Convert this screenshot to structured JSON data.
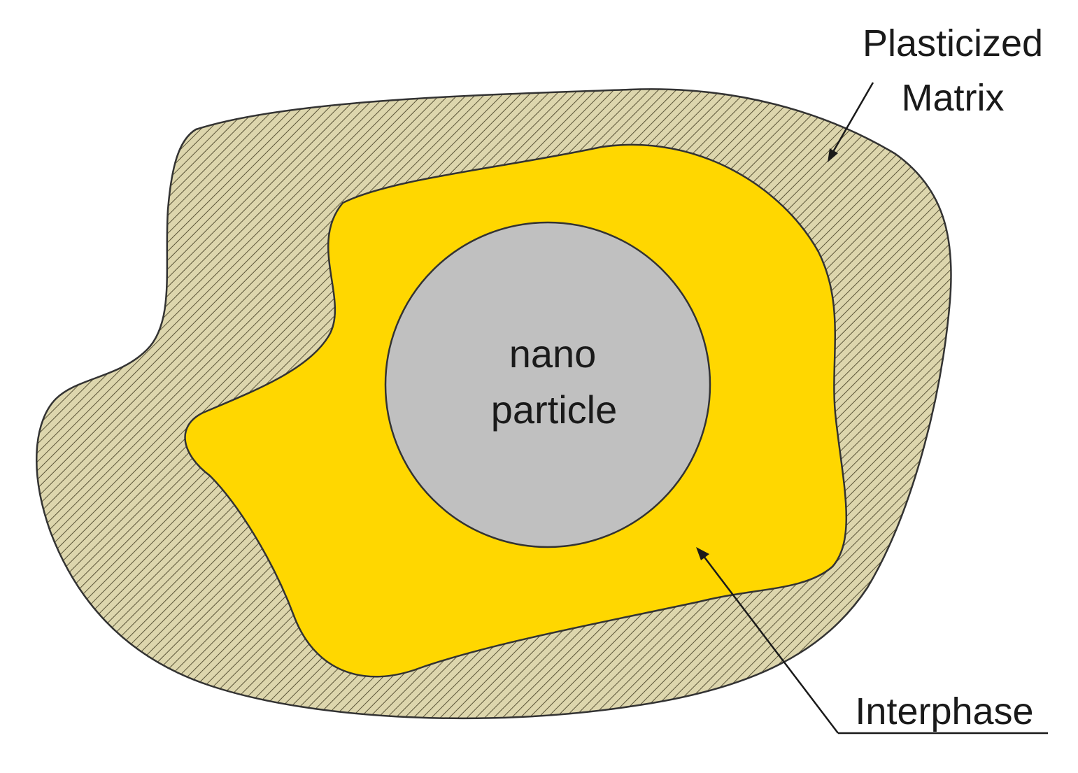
{
  "labels": {
    "matrix_line1": "Plasticized",
    "matrix_line2": "Matrix",
    "particle_line1": "nano",
    "particle_line2": "particle",
    "interphase": "Interphase"
  },
  "colors": {
    "matrix_fill": "#ddd6ad",
    "matrix_hatch": "#5a5438",
    "interphase_fill": "#ffd700",
    "particle_fill": "#c0c0c0",
    "outline": "#333333"
  }
}
